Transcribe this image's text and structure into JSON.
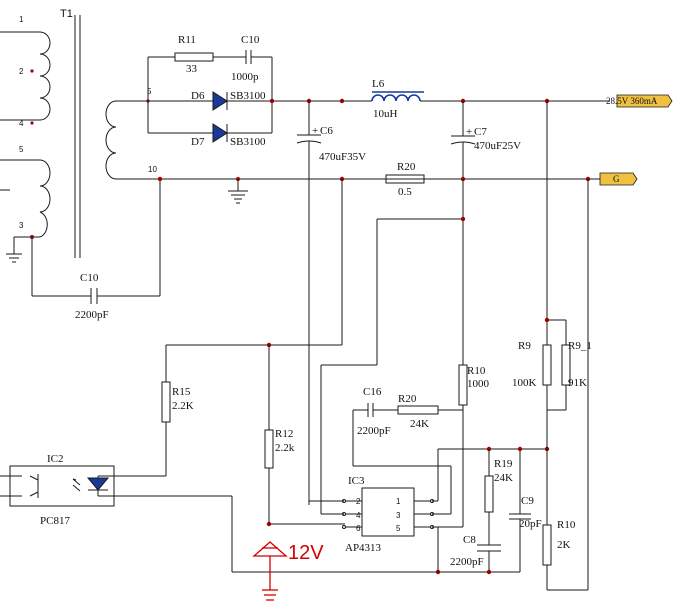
{
  "transformer": {
    "ref": "T1",
    "pins": [
      "1",
      "2",
      "4",
      "5",
      "3",
      "5",
      "10"
    ]
  },
  "components": {
    "r11": {
      "ref": "R11",
      "value": "33"
    },
    "c10_snub": {
      "ref": "C10",
      "value": "1000p"
    },
    "d6": {
      "ref": "D6",
      "part": "SB3100"
    },
    "d7": {
      "ref": "D7",
      "part": "SB3100"
    },
    "l6": {
      "ref": "L6",
      "value": "10uH"
    },
    "c6": {
      "ref": "C6",
      "value": "470uF35V",
      "polarity": "+"
    },
    "c7": {
      "ref": "C7",
      "value": "470uF25V",
      "polarity": "+"
    },
    "r20_sense": {
      "ref": "R20",
      "value": "0.5"
    },
    "c10_y": {
      "ref": "C10",
      "value": "2200pF"
    },
    "r15": {
      "ref": "R15",
      "value": "2.2K"
    },
    "r12": {
      "ref": "R12",
      "value": "2.2k"
    },
    "r10": {
      "ref": "R10",
      "value": "1000"
    },
    "c16": {
      "ref": "C16",
      "value": "2200pF"
    },
    "r20_fb": {
      "ref": "R20",
      "value": "24K"
    },
    "r19": {
      "ref": "R19",
      "value": "24K"
    },
    "c9": {
      "ref": "C9",
      "value": "20pF"
    },
    "c8": {
      "ref": "C8",
      "value": "2200pF"
    },
    "r9": {
      "ref": "R9",
      "value": "100K"
    },
    "r9_1": {
      "ref": "R9_1",
      "value": "91K"
    },
    "r10b": {
      "ref": "R10",
      "value": "2K"
    },
    "ic2": {
      "ref": "IC2",
      "part": "PC817"
    },
    "ic3": {
      "ref": "IC3",
      "part": "AP4313",
      "pins_left": [
        "2",
        "4",
        "6"
      ],
      "pins_right": [
        "1",
        "3",
        "5"
      ]
    }
  },
  "nets": {
    "out_pos": "28.5V 360mA",
    "out_gnd": "G"
  },
  "annotation": {
    "text": "12V",
    "color": "#d40000"
  }
}
